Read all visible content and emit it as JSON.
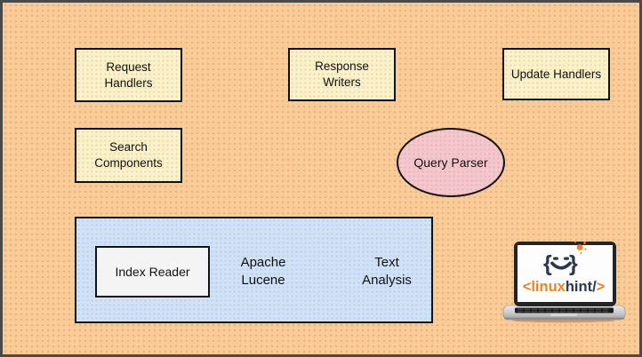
{
  "palette": {
    "background_orange": "#F9CB97",
    "box_yellow": "#FBF2CC",
    "ellipse_pink": "#F3C8CD",
    "lucene_blue": "#D2E2F6",
    "reader_gray": "#F4F4F4",
    "border_black": "#121212",
    "frame_gray": "#4a4a4a",
    "brand_orange": "#F5821F",
    "brand_navy": "#2A3850"
  },
  "nodes": {
    "request_handlers": "Request\nHandlers",
    "response_writers": "Response\nWriters",
    "update_handlers": "Update Handlers",
    "search_components": "Search\nComponents",
    "query_parser": "Query Parser",
    "index_reader": "Index Reader",
    "apache_lucene": "Apache\nLucene",
    "text_analysis": "Text\nAnalysis"
  },
  "logo": {
    "brace_left": "{",
    "brace_right": "}",
    "seg_open_linux": "<linux",
    "seg_hint": "hint",
    "seg_slash": "/",
    "seg_close": ">"
  }
}
